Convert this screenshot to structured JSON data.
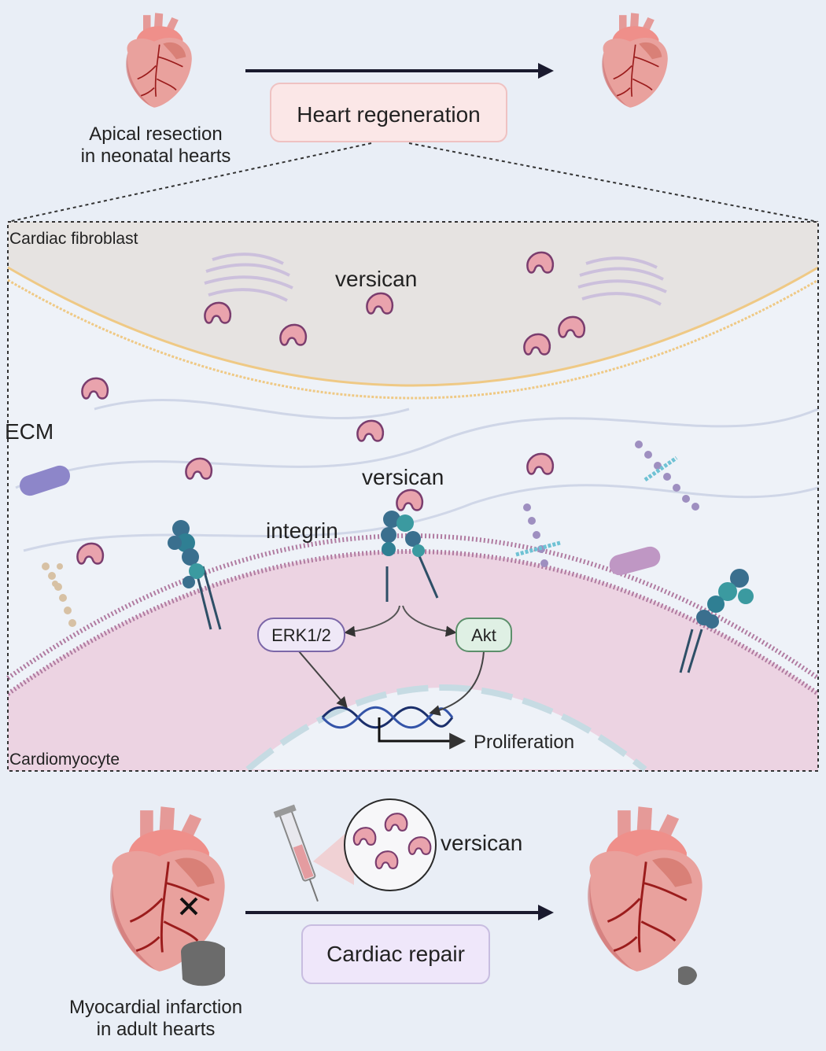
{
  "top": {
    "left_caption_line1": "Apical resection",
    "left_caption_line2": "in neonatal hearts",
    "process_label": "Heart regeneration"
  },
  "panel": {
    "fibroblast_label": "Cardiac fibroblast",
    "ecm_label": "ECM",
    "versican_label_1": "versican",
    "versican_label_2": "versican",
    "integrin_label": "integrin",
    "erk_label": "ERK1/2",
    "akt_label": "Akt",
    "proliferation_label": "Proliferation",
    "cardiomyocyte_label": "Cardiomyocyte"
  },
  "bottom": {
    "versican_label": "versican",
    "process_label": "Cardiac repair",
    "left_caption_line1": "Myocardial infarction",
    "left_caption_line2": "in adult hearts"
  },
  "colors": {
    "background": "#e9eef6",
    "versican_fill": "#e9a3ad",
    "versican_stroke": "#7a3d6e",
    "heart_fill": "#e9a19d",
    "vessel": "#9b1c1c",
    "infarct": "#6b6b6b",
    "erk_box": "#efe8f7",
    "akt_box": "#dff0e4",
    "regen_box": "#fbe7e7",
    "repair_box": "#efe7fa"
  }
}
